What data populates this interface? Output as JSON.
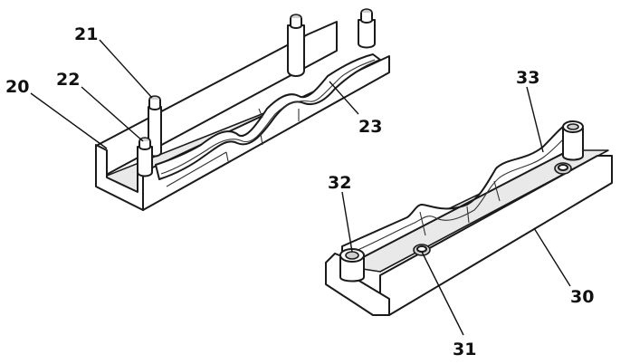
{
  "figure": {
    "labels": {
      "part_20": "20",
      "part_21": "21",
      "part_22": "22",
      "part_23": "23",
      "part_30": "30",
      "part_31": "31",
      "part_32": "32",
      "part_33": "33"
    }
  }
}
